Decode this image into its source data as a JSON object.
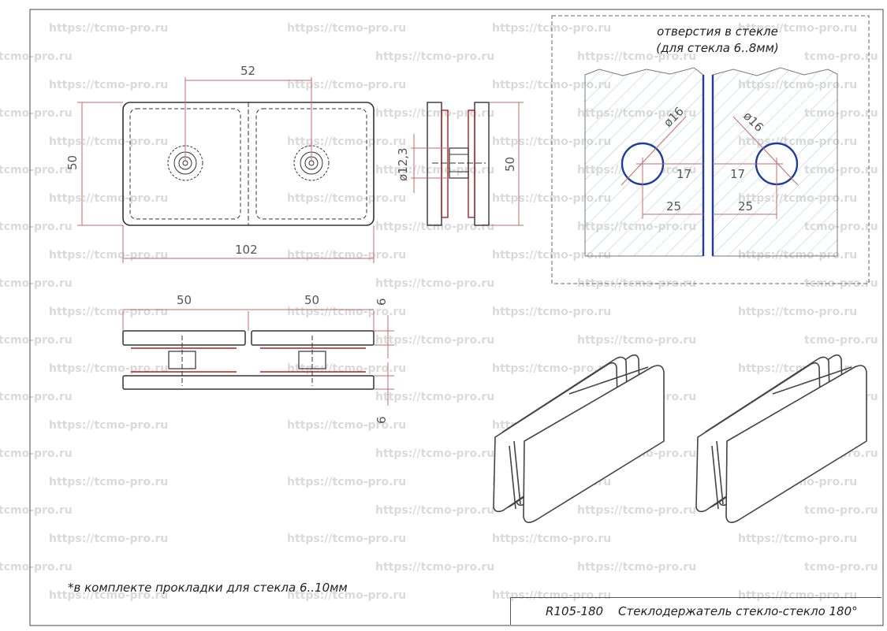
{
  "watermark": {
    "text": "https://tcmo-pro.ru",
    "short": "tcmo-pro.ru"
  },
  "drawing": {
    "hole_title_line1": "отверстия в стекле",
    "hole_title_line2": "(для стекла 6..8мм)",
    "dims": {
      "d52": "52",
      "d50_left": "50",
      "d102": "102",
      "d12": "ø12,3",
      "d50_side": "50",
      "d50_a": "50",
      "d50_b": "50",
      "d6_top": "6",
      "d6_bottom": "6",
      "d16_left": "ø16",
      "d16_right": "ø16",
      "d17_left": "17",
      "d17_right": "17",
      "d25_left": "25",
      "d25_right": "25"
    },
    "note": "*в комплекте прокладки для стекла 6..10мм",
    "stamp_code": "R105-180",
    "stamp_title": "Стеклодержатель стекло-стекло 180°"
  },
  "colors": {
    "line": "#333333",
    "dim_line": "#c56a6a",
    "hole": "#1f3d9e",
    "hatch": "#9fc3d6",
    "gasket": "#b02020"
  }
}
